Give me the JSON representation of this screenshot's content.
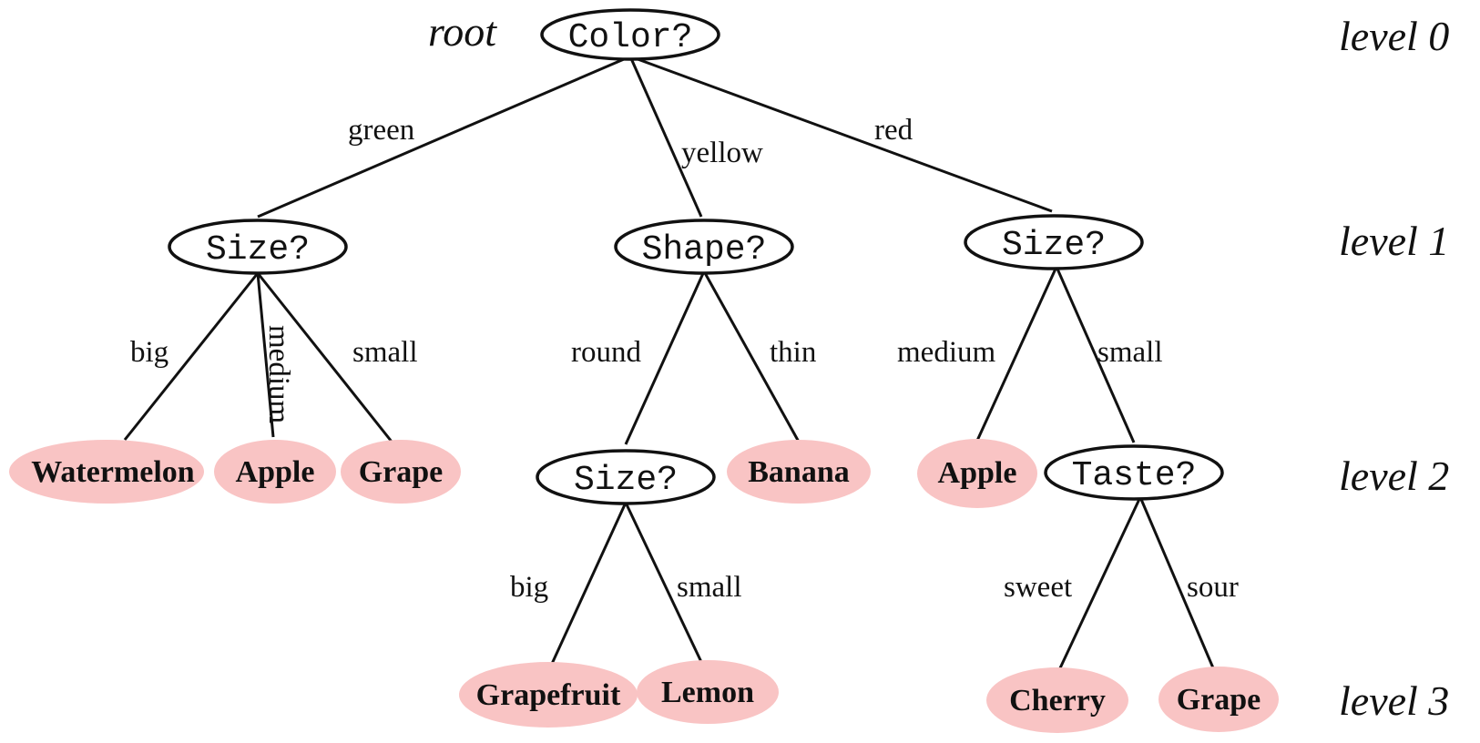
{
  "root_label": "root",
  "levels": [
    "level 0",
    "level 1",
    "level 2",
    "level 3"
  ],
  "nodes": {
    "n0": {
      "type": "question",
      "text": "Color?"
    },
    "n1": {
      "type": "question",
      "text": "Size?"
    },
    "n2": {
      "type": "question",
      "text": "Shape?"
    },
    "n3": {
      "type": "question",
      "text": "Size?"
    },
    "l1": {
      "type": "leaf",
      "text": "Watermelon"
    },
    "l2": {
      "type": "leaf",
      "text": "Apple"
    },
    "l3": {
      "type": "leaf",
      "text": "Grape"
    },
    "n4": {
      "type": "question",
      "text": "Size?"
    },
    "l4": {
      "type": "leaf",
      "text": "Banana"
    },
    "l5": {
      "type": "leaf",
      "text": "Apple"
    },
    "n5": {
      "type": "question",
      "text": "Taste?"
    },
    "l6": {
      "type": "leaf",
      "text": "Grapefruit"
    },
    "l7": {
      "type": "leaf",
      "text": "Lemon"
    },
    "l8": {
      "type": "leaf",
      "text": "Cherry"
    },
    "l9": {
      "type": "leaf",
      "text": "Grape"
    }
  },
  "edges": [
    {
      "from": "n0",
      "to": "n1",
      "label": "green"
    },
    {
      "from": "n0",
      "to": "n2",
      "label": "yellow"
    },
    {
      "from": "n0",
      "to": "n3",
      "label": "red"
    },
    {
      "from": "n1",
      "to": "l1",
      "label": "big"
    },
    {
      "from": "n1",
      "to": "l2",
      "label": "medium"
    },
    {
      "from": "n1",
      "to": "l3",
      "label": "small"
    },
    {
      "from": "n2",
      "to": "n4",
      "label": "round"
    },
    {
      "from": "n2",
      "to": "l4",
      "label": "thin"
    },
    {
      "from": "n3",
      "to": "l5",
      "label": "medium"
    },
    {
      "from": "n3",
      "to": "n5",
      "label": "small"
    },
    {
      "from": "n4",
      "to": "l6",
      "label": "big"
    },
    {
      "from": "n4",
      "to": "l7",
      "label": "small"
    },
    {
      "from": "n5",
      "to": "l8",
      "label": "sweet"
    },
    {
      "from": "n5",
      "to": "l9",
      "label": "sour"
    }
  ],
  "colors": {
    "leaf_fill": "#f9c4c4",
    "line": "#111111",
    "question_fill": "#ffffff"
  }
}
